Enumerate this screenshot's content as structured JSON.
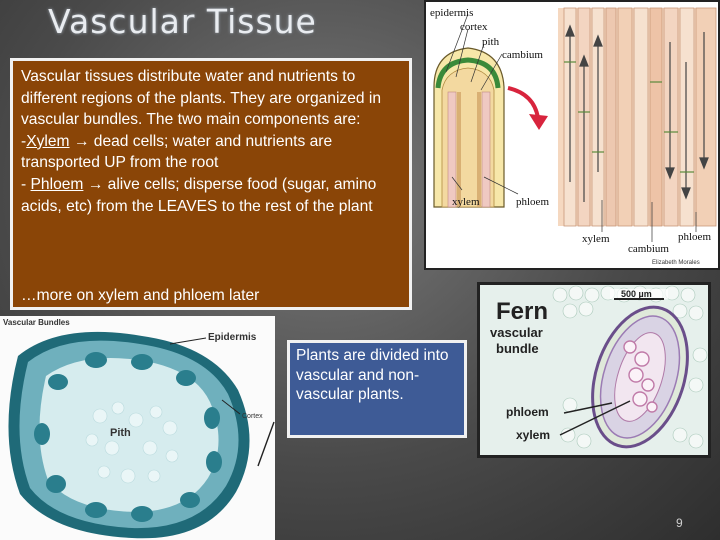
{
  "slide": {
    "title": "Vascular Tissue",
    "page_number": "9"
  },
  "main_text": {
    "intro": "Vascular tissues distribute water and nutrients to different regions of the plants.  They are organized in vascular bundles.  The two main components are:",
    "xylem_prefix": "-",
    "xylem_term": "Xylem",
    "xylem_desc": " → dead cells; water and nutrients are transported UP from the root",
    "phloem_prefix": "- ",
    "phloem_term": "Phloem",
    "phloem_desc": " → alive cells; disperse food (sugar, amino acids, etc) from the LEAVES to the rest of the plant",
    "more": "…more on xylem and phloem later"
  },
  "callout": {
    "text": "Plants are divided into vascular and non-vascular plants."
  },
  "stem_diagram": {
    "labels": {
      "epidermis": "epidermis",
      "cortex": "cortex",
      "pith": "pith",
      "cambium_top": "cambium",
      "xylem_left": "xylem",
      "phloem_left": "phloem",
      "xylem_bottom": "xylem",
      "cambium_bottom": "cambium",
      "phloem_right": "phloem",
      "credit": "Elizabeth Morales"
    }
  },
  "cross_section": {
    "labels": {
      "title": "Vascular Bundles",
      "epidermis": "Epidermis",
      "cortex": "Cortex",
      "pith": "Pith"
    }
  },
  "fern": {
    "labels": {
      "name": "Fern",
      "subtitle_line1": "vascular",
      "subtitle_line2": "bundle",
      "scale": "500 µm",
      "phloem": "phloem",
      "xylem": "xylem"
    }
  },
  "colors": {
    "textbox_bg": "#8a4507",
    "callout_bg": "#3e5b96",
    "border": "#f1f1f1"
  }
}
